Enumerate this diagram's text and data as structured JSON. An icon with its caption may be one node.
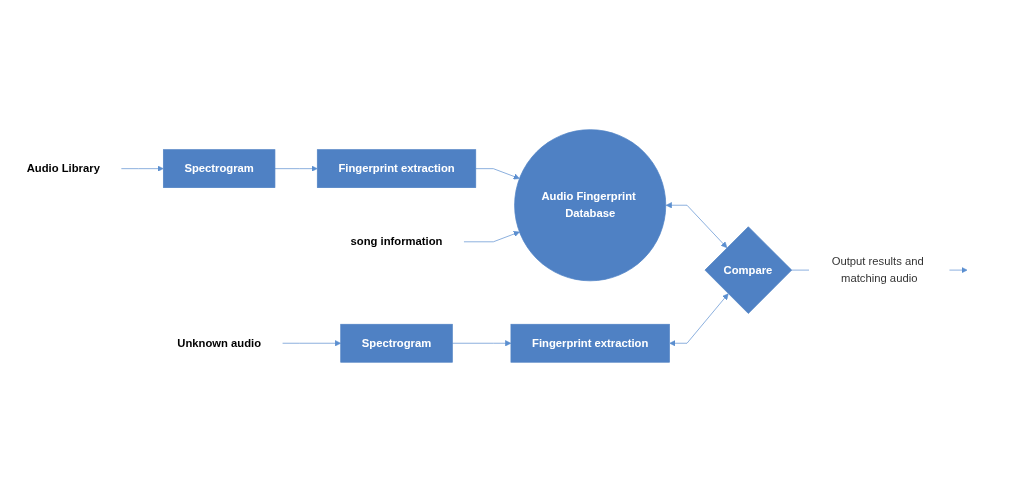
{
  "diagram": {
    "nodes": [
      {
        "text": [
          "Audio Library"
        ]
      },
      {
        "text": [
          "Spectrogram"
        ]
      },
      {
        "text": [
          "Fingerprint extraction"
        ]
      },
      {
        "text": [
          "song information"
        ]
      },
      {
        "text": [
          "Audio Fingerprint Database"
        ]
      },
      {
        "text": [
          "Unknown audio"
        ]
      },
      {
        "text": [
          "Spectrogram"
        ]
      },
      {
        "text": [
          "Fingerprint extraction"
        ]
      },
      {
        "text": [
          "Compare"
        ]
      }
    ],
    "edges": [
      {
        "from": 0,
        "to": 1,
        "arrow": "to"
      },
      {
        "from": 1,
        "to": 2,
        "arrow": "to"
      },
      {
        "from": 2,
        "to": 4,
        "arrow": "to"
      },
      {
        "from": 3,
        "to": 4,
        "arrow": "to"
      },
      {
        "from": 4,
        "to": 8,
        "arrow": "both"
      },
      {
        "from": 5,
        "to": 6,
        "arrow": "to"
      },
      {
        "from": 6,
        "to": 7,
        "arrow": "to"
      },
      {
        "from": 7,
        "to": 8,
        "arrow": "both"
      },
      {
        "from": 8,
        "to": null,
        "arrow": "to",
        "label": "Output results and matching audio"
      }
    ]
  }
}
